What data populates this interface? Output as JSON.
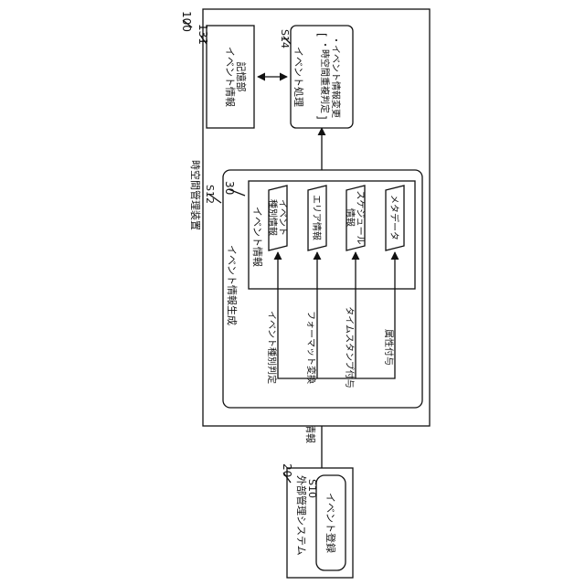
{
  "ref": {
    "system": "100",
    "external": "20",
    "event_info": "30",
    "storage": "131"
  },
  "steps": {
    "s10": "S10",
    "s12": "S12",
    "s14": "S14"
  },
  "labels": {
    "system_name": "時空間管理装置",
    "external_system": "外部管理システム",
    "event_registration": "イベント登録",
    "registration_info": "登録情報",
    "event_info_generation": "イベント情報生成",
    "event_info": "イベント情報",
    "storage_line1": "イベント情報",
    "storage_line2": "記憶部",
    "event_processing": "イベント処理",
    "bracket_open": "[",
    "bracket_close": "]",
    "proc_item1": "・時空間重複判定",
    "proc_item2": "・イベント情報変更"
  },
  "fields": [
    {
      "line1": "イベント",
      "line2": "種別情報"
    },
    {
      "line1": "エリア情報",
      "line2": ""
    },
    {
      "line1": "スケジュール",
      "line2": "情報"
    },
    {
      "line1": "メタデータ",
      "line2": ""
    }
  ],
  "operations": [
    "イベント種別判定",
    "フォーマット変換",
    "タイムスタンプ付与",
    "属性付与"
  ]
}
